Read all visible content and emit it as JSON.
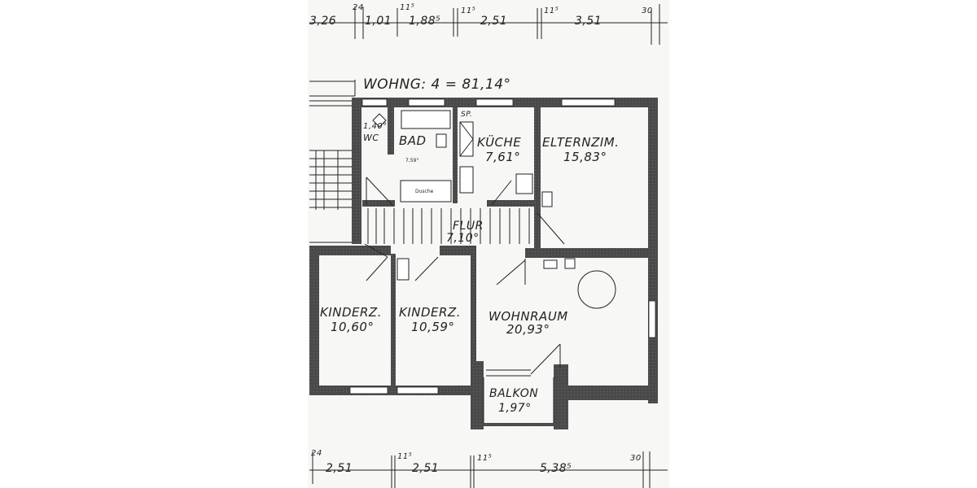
{
  "plan": {
    "title": "WOHNG: 4 = 81,14°",
    "top_dimensions": {
      "values": [
        "3,26",
        "1,01",
        "1,88⁵",
        "2,51",
        "3,51"
      ],
      "wall_marks": [
        "24",
        "11⁵",
        "11⁵",
        "11⁵",
        "30"
      ]
    },
    "bottom_dimensions": {
      "values": [
        "2,51",
        "2,51",
        "5,38⁵"
      ],
      "wall_marks": [
        "24",
        "11⁵",
        "11⁵",
        "30"
      ]
    },
    "rooms": [
      {
        "name": "BAD",
        "area": "7,59°"
      },
      {
        "name": "WC",
        "area": "1,40°"
      },
      {
        "name": "KÜCHE",
        "area": "7,61°"
      },
      {
        "name": "ELTERNZIM.",
        "area": "15,83°"
      },
      {
        "name": "FLUR",
        "area": "7,10°"
      },
      {
        "name": "KINDERZ.",
        "area": "10,60°"
      },
      {
        "name": "KINDERZ.",
        "area": "10,59°"
      },
      {
        "name": "WOHNRAUM",
        "area": "20,93°"
      },
      {
        "name": "BALKON",
        "area": "1,97°"
      }
    ],
    "fixtures": {
      "shower": "Dusche",
      "pantry": "SP."
    }
  }
}
